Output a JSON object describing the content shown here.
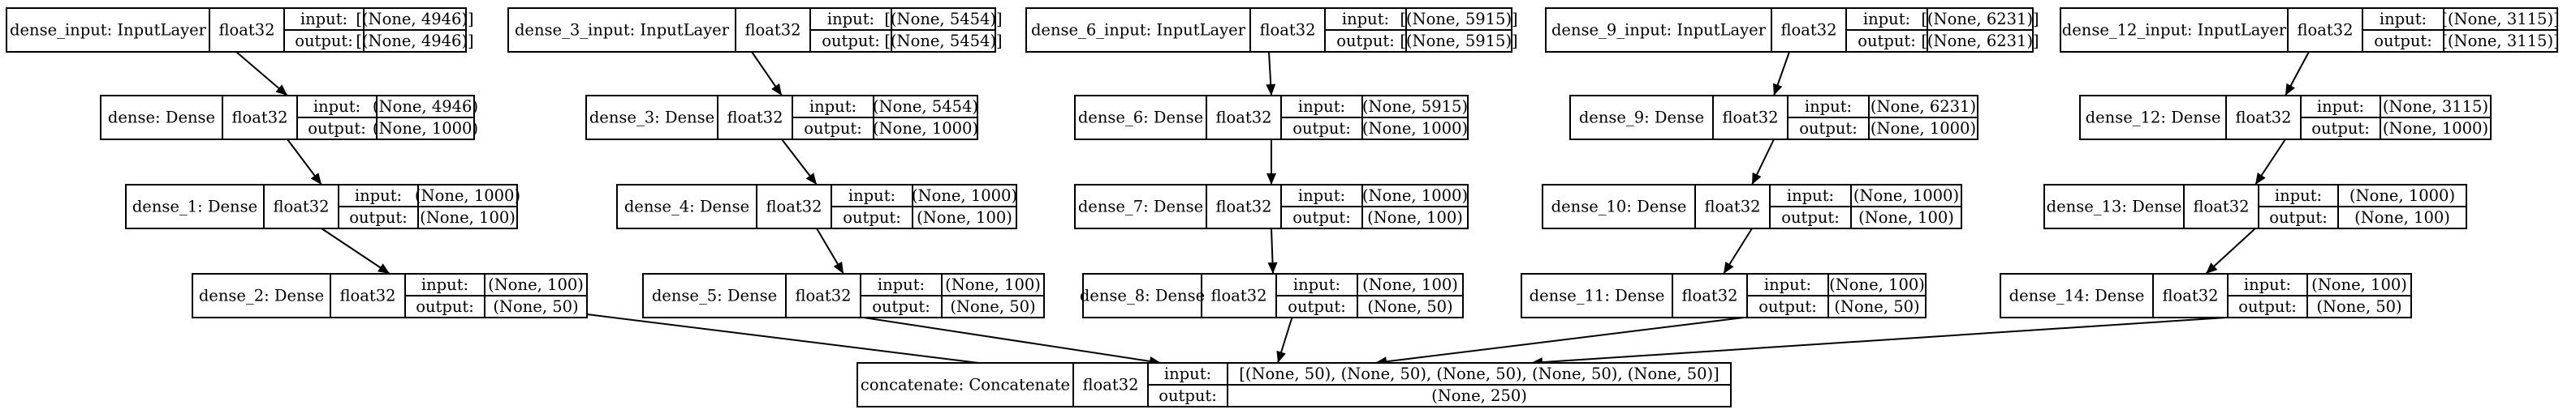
{
  "diagram": {
    "type": "keras-model-plot",
    "nodes": [
      {
        "id": "dense_input",
        "name": "dense_input: InputLayer",
        "dtype": "float32",
        "input_key": "input:",
        "input_val": "[(None, 4946)]",
        "output_key": "output:",
        "output_val": "[(None, 4946)]"
      },
      {
        "id": "dense",
        "name": "dense: Dense",
        "dtype": "float32",
        "input_key": "input:",
        "input_val": "(None, 4946)",
        "output_key": "output:",
        "output_val": "(None, 1000)"
      },
      {
        "id": "dense_1",
        "name": "dense_1: Dense",
        "dtype": "float32",
        "input_key": "input:",
        "input_val": "(None, 1000)",
        "output_key": "output:",
        "output_val": "(None, 100)"
      },
      {
        "id": "dense_2",
        "name": "dense_2: Dense",
        "dtype": "float32",
        "input_key": "input:",
        "input_val": "(None, 100)",
        "output_key": "output:",
        "output_val": "(None, 50)"
      },
      {
        "id": "dense_3_input",
        "name": "dense_3_input: InputLayer",
        "dtype": "float32",
        "input_key": "input:",
        "input_val": "[(None, 5454)]",
        "output_key": "output:",
        "output_val": "[(None, 5454)]"
      },
      {
        "id": "dense_3",
        "name": "dense_3: Dense",
        "dtype": "float32",
        "input_key": "input:",
        "input_val": "(None, 5454)",
        "output_key": "output:",
        "output_val": "(None, 1000)"
      },
      {
        "id": "dense_4",
        "name": "dense_4: Dense",
        "dtype": "float32",
        "input_key": "input:",
        "input_val": "(None, 1000)",
        "output_key": "output:",
        "output_val": "(None, 100)"
      },
      {
        "id": "dense_5",
        "name": "dense_5: Dense",
        "dtype": "float32",
        "input_key": "input:",
        "input_val": "(None, 100)",
        "output_key": "output:",
        "output_val": "(None, 50)"
      },
      {
        "id": "dense_6_input",
        "name": "dense_6_input: InputLayer",
        "dtype": "float32",
        "input_key": "input:",
        "input_val": "[(None, 5915)]",
        "output_key": "output:",
        "output_val": "[(None, 5915)]"
      },
      {
        "id": "dense_6",
        "name": "dense_6: Dense",
        "dtype": "float32",
        "input_key": "input:",
        "input_val": "(None, 5915)",
        "output_key": "output:",
        "output_val": "(None, 1000)"
      },
      {
        "id": "dense_7",
        "name": "dense_7: Dense",
        "dtype": "float32",
        "input_key": "input:",
        "input_val": "(None, 1000)",
        "output_key": "output:",
        "output_val": "(None, 100)"
      },
      {
        "id": "dense_8",
        "name": "dense_8: Dense",
        "dtype": "float32",
        "input_key": "input:",
        "input_val": "(None, 100)",
        "output_key": "output:",
        "output_val": "(None, 50)"
      },
      {
        "id": "dense_9_input",
        "name": "dense_9_input: InputLayer",
        "dtype": "float32",
        "input_key": "input:",
        "input_val": "[(None, 6231)]",
        "output_key": "output:",
        "output_val": "[(None, 6231)]"
      },
      {
        "id": "dense_9",
        "name": "dense_9: Dense",
        "dtype": "float32",
        "input_key": "input:",
        "input_val": "(None, 6231)",
        "output_key": "output:",
        "output_val": "(None, 1000)"
      },
      {
        "id": "dense_10",
        "name": "dense_10: Dense",
        "dtype": "float32",
        "input_key": "input:",
        "input_val": "(None, 1000)",
        "output_key": "output:",
        "output_val": "(None, 100)"
      },
      {
        "id": "dense_11",
        "name": "dense_11: Dense",
        "dtype": "float32",
        "input_key": "input:",
        "input_val": "(None, 100)",
        "output_key": "output:",
        "output_val": "(None, 50)"
      },
      {
        "id": "dense_12_input",
        "name": "dense_12_input: InputLayer",
        "dtype": "float32",
        "input_key": "input:",
        "input_val": "[(None, 3115)]",
        "output_key": "output:",
        "output_val": "[(None, 3115)]"
      },
      {
        "id": "dense_12",
        "name": "dense_12: Dense",
        "dtype": "float32",
        "input_key": "input:",
        "input_val": "(None, 3115)",
        "output_key": "output:",
        "output_val": "(None, 1000)"
      },
      {
        "id": "dense_13",
        "name": "dense_13: Dense",
        "dtype": "float32",
        "input_key": "input:",
        "input_val": "(None, 1000)",
        "output_key": "output:",
        "output_val": "(None, 100)"
      },
      {
        "id": "dense_14",
        "name": "dense_14: Dense",
        "dtype": "float32",
        "input_key": "input:",
        "input_val": "(None, 100)",
        "output_key": "output:",
        "output_val": "(None, 50)"
      },
      {
        "id": "concatenate",
        "name": "concatenate: Concatenate",
        "dtype": "float32",
        "input_key": "input:",
        "input_val": "[(None, 50), (None, 50), (None, 50), (None, 50), (None, 50)]",
        "output_key": "output:",
        "output_val": "(None, 250)"
      }
    ],
    "edges": [
      [
        "dense_input",
        "dense"
      ],
      [
        "dense",
        "dense_1"
      ],
      [
        "dense_1",
        "dense_2"
      ],
      [
        "dense_3_input",
        "dense_3"
      ],
      [
        "dense_3",
        "dense_4"
      ],
      [
        "dense_4",
        "dense_5"
      ],
      [
        "dense_6_input",
        "dense_6"
      ],
      [
        "dense_6",
        "dense_7"
      ],
      [
        "dense_7",
        "dense_8"
      ],
      [
        "dense_9_input",
        "dense_9"
      ],
      [
        "dense_9",
        "dense_10"
      ],
      [
        "dense_10",
        "dense_11"
      ],
      [
        "dense_12_input",
        "dense_12"
      ],
      [
        "dense_12",
        "dense_13"
      ],
      [
        "dense_13",
        "dense_14"
      ],
      [
        "dense_2",
        "concatenate"
      ],
      [
        "dense_5",
        "concatenate"
      ],
      [
        "dense_8",
        "concatenate"
      ],
      [
        "dense_11",
        "concatenate"
      ],
      [
        "dense_14",
        "concatenate"
      ]
    ]
  }
}
